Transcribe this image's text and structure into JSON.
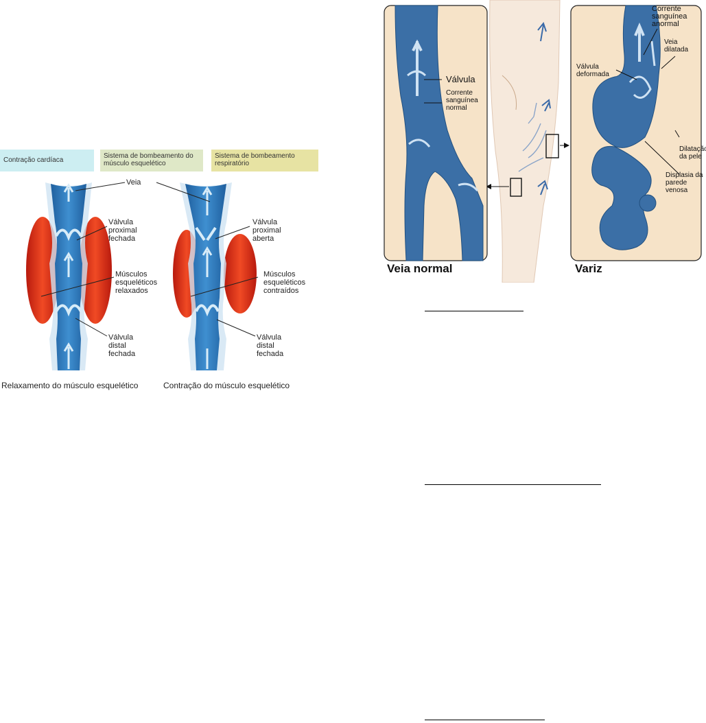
{
  "left_figure": {
    "header_tabs": [
      "Contração cardíaca",
      "Sistema de bombeamento do músculo esquelético",
      "Sistema de bombeamento respiratório"
    ],
    "label_veia": "Veia",
    "label_valvula_proximal_fechada": "Válvula proximal fechada",
    "label_valvula_proximal_aberta": "Válvula proximal aberta",
    "label_musculos_relaxados": "Músculos esqueléticos relaxados",
    "label_musculos_contraidos": "Músculos esqueléticos contraídos",
    "label_valvula_distal_fechada_left": "Válvula distal fechada",
    "label_valvula_distal_fechada_right": "Válvula distal fechada",
    "caption_left": "Relaxamento do músculo esquelético",
    "caption_right": "Contração do músculo esquelético"
  },
  "right_figure": {
    "label_valvula": "Válvula",
    "label_corrente_normal": "Corrente sanguínea normal",
    "label_corrente_anormal": "Corrente sanguínea anormal",
    "label_veia_dilatada": "Veia dilatada",
    "label_valvula_deformada": "Válvula deformada",
    "label_dilatacao_pele": "Dilatação da pele",
    "label_displasia": "Displasia da parede venosa",
    "caption_normal": "Veia normal",
    "caption_variz": "Variz"
  }
}
